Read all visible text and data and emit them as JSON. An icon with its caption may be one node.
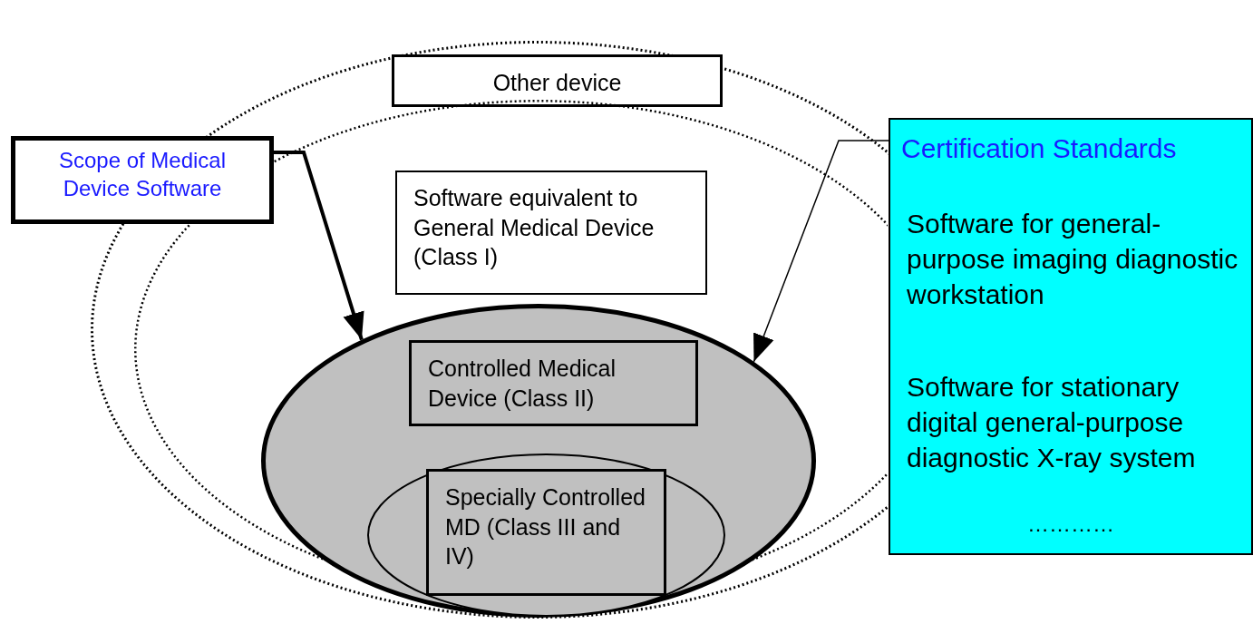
{
  "diagram": {
    "nodes": [
      {
        "text": [],
        "shape": "ellipse"
      },
      {
        "text": [
          "Other device"
        ],
        "in": 0
      },
      {
        "text": [],
        "shape": "ellipse",
        "in": 0
      },
      {
        "text": [
          "Software equivalent to General Medical Device (Class I)"
        ],
        "in": 2
      },
      {
        "text": [],
        "shape": "ellipse",
        "in": 2
      },
      {
        "text": [
          "Controlled Medical Device (Class II)"
        ],
        "in": 4
      },
      {
        "text": [],
        "shape": "ellipse",
        "in": 4
      },
      {
        "text": [
          "Specially Controlled MD (Class III and IV)"
        ],
        "in": 6
      },
      {
        "text": [
          "Scope of Medical Device Software"
        ]
      },
      {
        "text": [
          "Certification Standards",
          "Software for general-purpose imaging diagnostic workstation",
          "Software for stationary digital general-purpose diagnostic X-ray system",
          "…………"
        ]
      }
    ],
    "edges": [
      {
        "from": 8,
        "to": 4,
        "arrow": "to",
        "style": "thick"
      },
      {
        "from": 9,
        "to": 4,
        "arrow": "to"
      }
    ]
  }
}
